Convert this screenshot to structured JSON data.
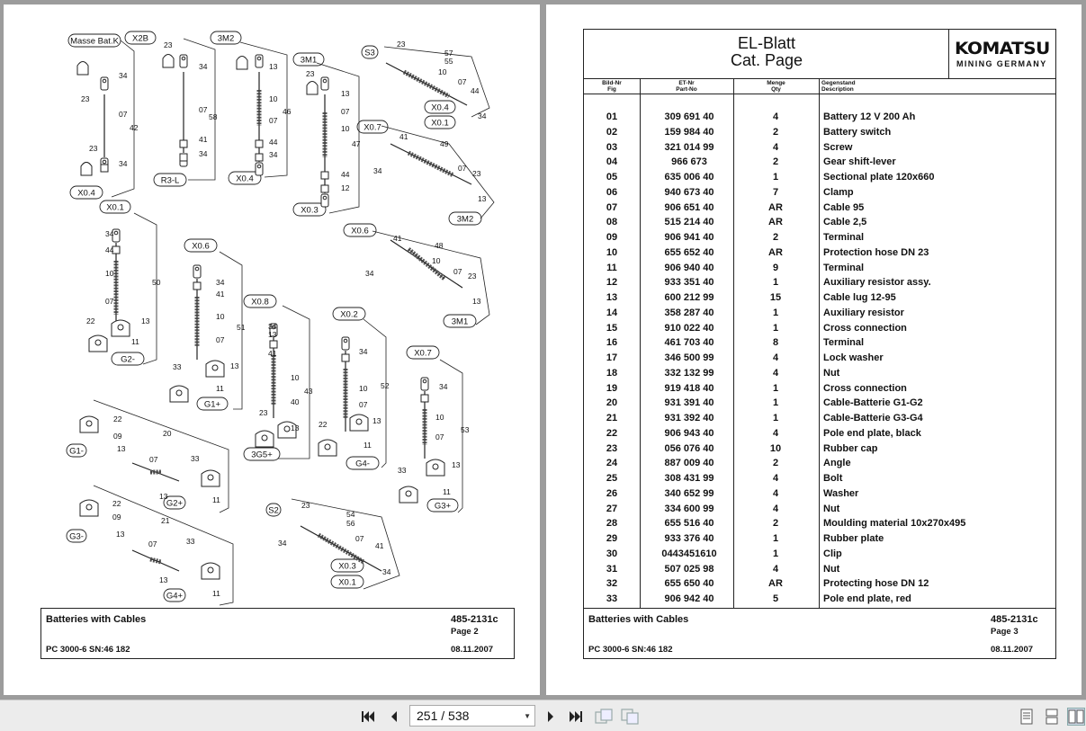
{
  "viewer": {
    "page_indicator": "251 / 538",
    "nav": {
      "first_icon": "first-page-icon",
      "prev_icon": "previous-page-icon",
      "next_icon": "next-page-icon",
      "last_icon": "last-page-icon",
      "extract_icon": "extract-pages-icon",
      "print_icon": "copy-page-icon"
    },
    "view_modes": [
      "single-page-icon",
      "continuous-page-icon",
      "two-page-icon"
    ]
  },
  "left_page": {
    "tags": [
      "Masse Bat.K",
      "X2B",
      "3M2",
      "3M1",
      "S3",
      "X0.4",
      "X0.1",
      "X0.7",
      "3M2",
      "X0.4",
      "R3-L",
      "X0.4",
      "X0.3",
      "X0.1",
      "X0.6",
      "3M1",
      "X0.6",
      "X0.8",
      "X0.2",
      "X0.7",
      "G2-",
      "G1+",
      "3G5+",
      "G4-",
      "G3+",
      "G1-",
      "G2+",
      "G3-",
      "G4+",
      "S2",
      "X0.3",
      "X0.1"
    ],
    "callouts": [
      "23",
      "34",
      "23",
      "07",
      "42",
      "23",
      "34",
      "34",
      "07",
      "58",
      "41",
      "34",
      "13",
      "10",
      "07",
      "46",
      "44",
      "34",
      "23",
      "13",
      "07",
      "10",
      "47",
      "44",
      "12",
      "23",
      "57",
      "55",
      "10",
      "07",
      "44",
      "34",
      "41",
      "49",
      "34",
      "07",
      "23",
      "13",
      "34",
      "44",
      "10",
      "07",
      "50",
      "22",
      "13",
      "11",
      "34",
      "41",
      "10",
      "07",
      "51",
      "33",
      "13",
      "11",
      "34",
      "13",
      "41",
      "10",
      "43",
      "40",
      "23",
      "13",
      "34",
      "10",
      "52",
      "07",
      "13",
      "22",
      "11",
      "34",
      "10",
      "53",
      "07",
      "13",
      "33",
      "11",
      "41",
      "48",
      "10",
      "34",
      "07",
      "23",
      "13",
      "22",
      "20",
      "09",
      "13",
      "07",
      "33",
      "13",
      "11",
      "22",
      "21",
      "09",
      "13",
      "07",
      "33",
      "13",
      "11",
      "23",
      "54",
      "56",
      "07",
      "41",
      "34",
      "34"
    ],
    "footer": {
      "title": "Batteries with Cables",
      "doc_no": "485-2131c",
      "page": "Page 2",
      "model": "PC 3000-6 SN:46 182",
      "date": "08.11.2007"
    }
  },
  "right_page": {
    "title_line1": "EL-Blatt",
    "title_line2": "Cat. Page",
    "logo_main": "KOMATSU",
    "logo_sub": "MINING GERMANY",
    "headers": {
      "fig": [
        "Bild-Nr",
        "Fig"
      ],
      "part": [
        "ET-Nr",
        "Part-No"
      ],
      "qty": [
        "Menge",
        "Qty"
      ],
      "desc": [
        "Gegenstand",
        "Description"
      ]
    },
    "rows": [
      {
        "fig": "01",
        "part": "309 691 40",
        "qty": "4",
        "desc": "Battery 12 V 200 Ah"
      },
      {
        "fig": "02",
        "part": "159 984 40",
        "qty": "2",
        "desc": "Battery switch"
      },
      {
        "fig": "03",
        "part": "321 014 99",
        "qty": "4",
        "desc": "Screw"
      },
      {
        "fig": "04",
        "part": "966 673",
        "qty": "2",
        "desc": "Gear shift-lever"
      },
      {
        "fig": "05",
        "part": "635 006 40",
        "qty": "1",
        "desc": "Sectional plate 120x660"
      },
      {
        "fig": "06",
        "part": "940 673 40",
        "qty": "7",
        "desc": "Clamp"
      },
      {
        "fig": "07",
        "part": "906 651 40",
        "qty": "AR",
        "desc": "Cable 95"
      },
      {
        "fig": "08",
        "part": "515 214 40",
        "qty": "AR",
        "desc": "Cable 2,5"
      },
      {
        "fig": "09",
        "part": "906 941 40",
        "qty": "2",
        "desc": "Terminal"
      },
      {
        "fig": "10",
        "part": "655 652 40",
        "qty": "AR",
        "desc": "Protection hose DN 23"
      },
      {
        "fig": "11",
        "part": "906 940 40",
        "qty": "9",
        "desc": "Terminal"
      },
      {
        "fig": "12",
        "part": "933 351 40",
        "qty": "1",
        "desc": "Auxiliary resistor assy."
      },
      {
        "fig": "13",
        "part": "600 212 99",
        "qty": "15",
        "desc": "Cable lug 12-95"
      },
      {
        "fig": "14",
        "part": "358 287 40",
        "qty": "1",
        "desc": "Auxiliary resistor"
      },
      {
        "fig": "15",
        "part": "910 022 40",
        "qty": "1",
        "desc": "Cross connection"
      },
      {
        "fig": "16",
        "part": "461 703 40",
        "qty": "8",
        "desc": "Terminal"
      },
      {
        "fig": "17",
        "part": "346 500 99",
        "qty": "4",
        "desc": "Lock washer"
      },
      {
        "fig": "18",
        "part": "332 132 99",
        "qty": "4",
        "desc": "Nut"
      },
      {
        "fig": "19",
        "part": "919 418 40",
        "qty": "1",
        "desc": "Cross connection"
      },
      {
        "fig": "20",
        "part": "931 391 40",
        "qty": "1",
        "desc": "Cable-Batterie  G1-G2"
      },
      {
        "fig": "21",
        "part": "931 392 40",
        "qty": "1",
        "desc": "Cable-Batterie  G3-G4"
      },
      {
        "fig": "22",
        "part": "906 943 40",
        "qty": "4",
        "desc": "Pole end plate, black"
      },
      {
        "fig": "23",
        "part": "056 076 40",
        "qty": "10",
        "desc": "Rubber cap"
      },
      {
        "fig": "24",
        "part": "887 009 40",
        "qty": "2",
        "desc": "Angle"
      },
      {
        "fig": "25",
        "part": "308 431 99",
        "qty": "4",
        "desc": "Bolt"
      },
      {
        "fig": "26",
        "part": "340 652 99",
        "qty": "4",
        "desc": "Washer"
      },
      {
        "fig": "27",
        "part": "334 600 99",
        "qty": "4",
        "desc": "Nut"
      },
      {
        "fig": "28",
        "part": "655 516 40",
        "qty": "2",
        "desc": "Moulding material 10x270x495"
      },
      {
        "fig": "29",
        "part": "933 376 40",
        "qty": "1",
        "desc": "Rubber plate"
      },
      {
        "fig": "30",
        "part": "0443451610",
        "qty": "1",
        "desc": "Clip"
      },
      {
        "fig": "31",
        "part": "507 025 98",
        "qty": "4",
        "desc": "Nut"
      },
      {
        "fig": "32",
        "part": "655 650 40",
        "qty": "AR",
        "desc": "Protecting hose DN 12"
      },
      {
        "fig": "33",
        "part": "906 942 40",
        "qty": "5",
        "desc": "Pole end plate, red"
      }
    ],
    "footer": {
      "title": "Batteries with Cables",
      "doc_no": "485-2131c",
      "page": "Page 3",
      "model": "PC 3000-6 SN:46 182",
      "date": "08.11.2007"
    }
  }
}
